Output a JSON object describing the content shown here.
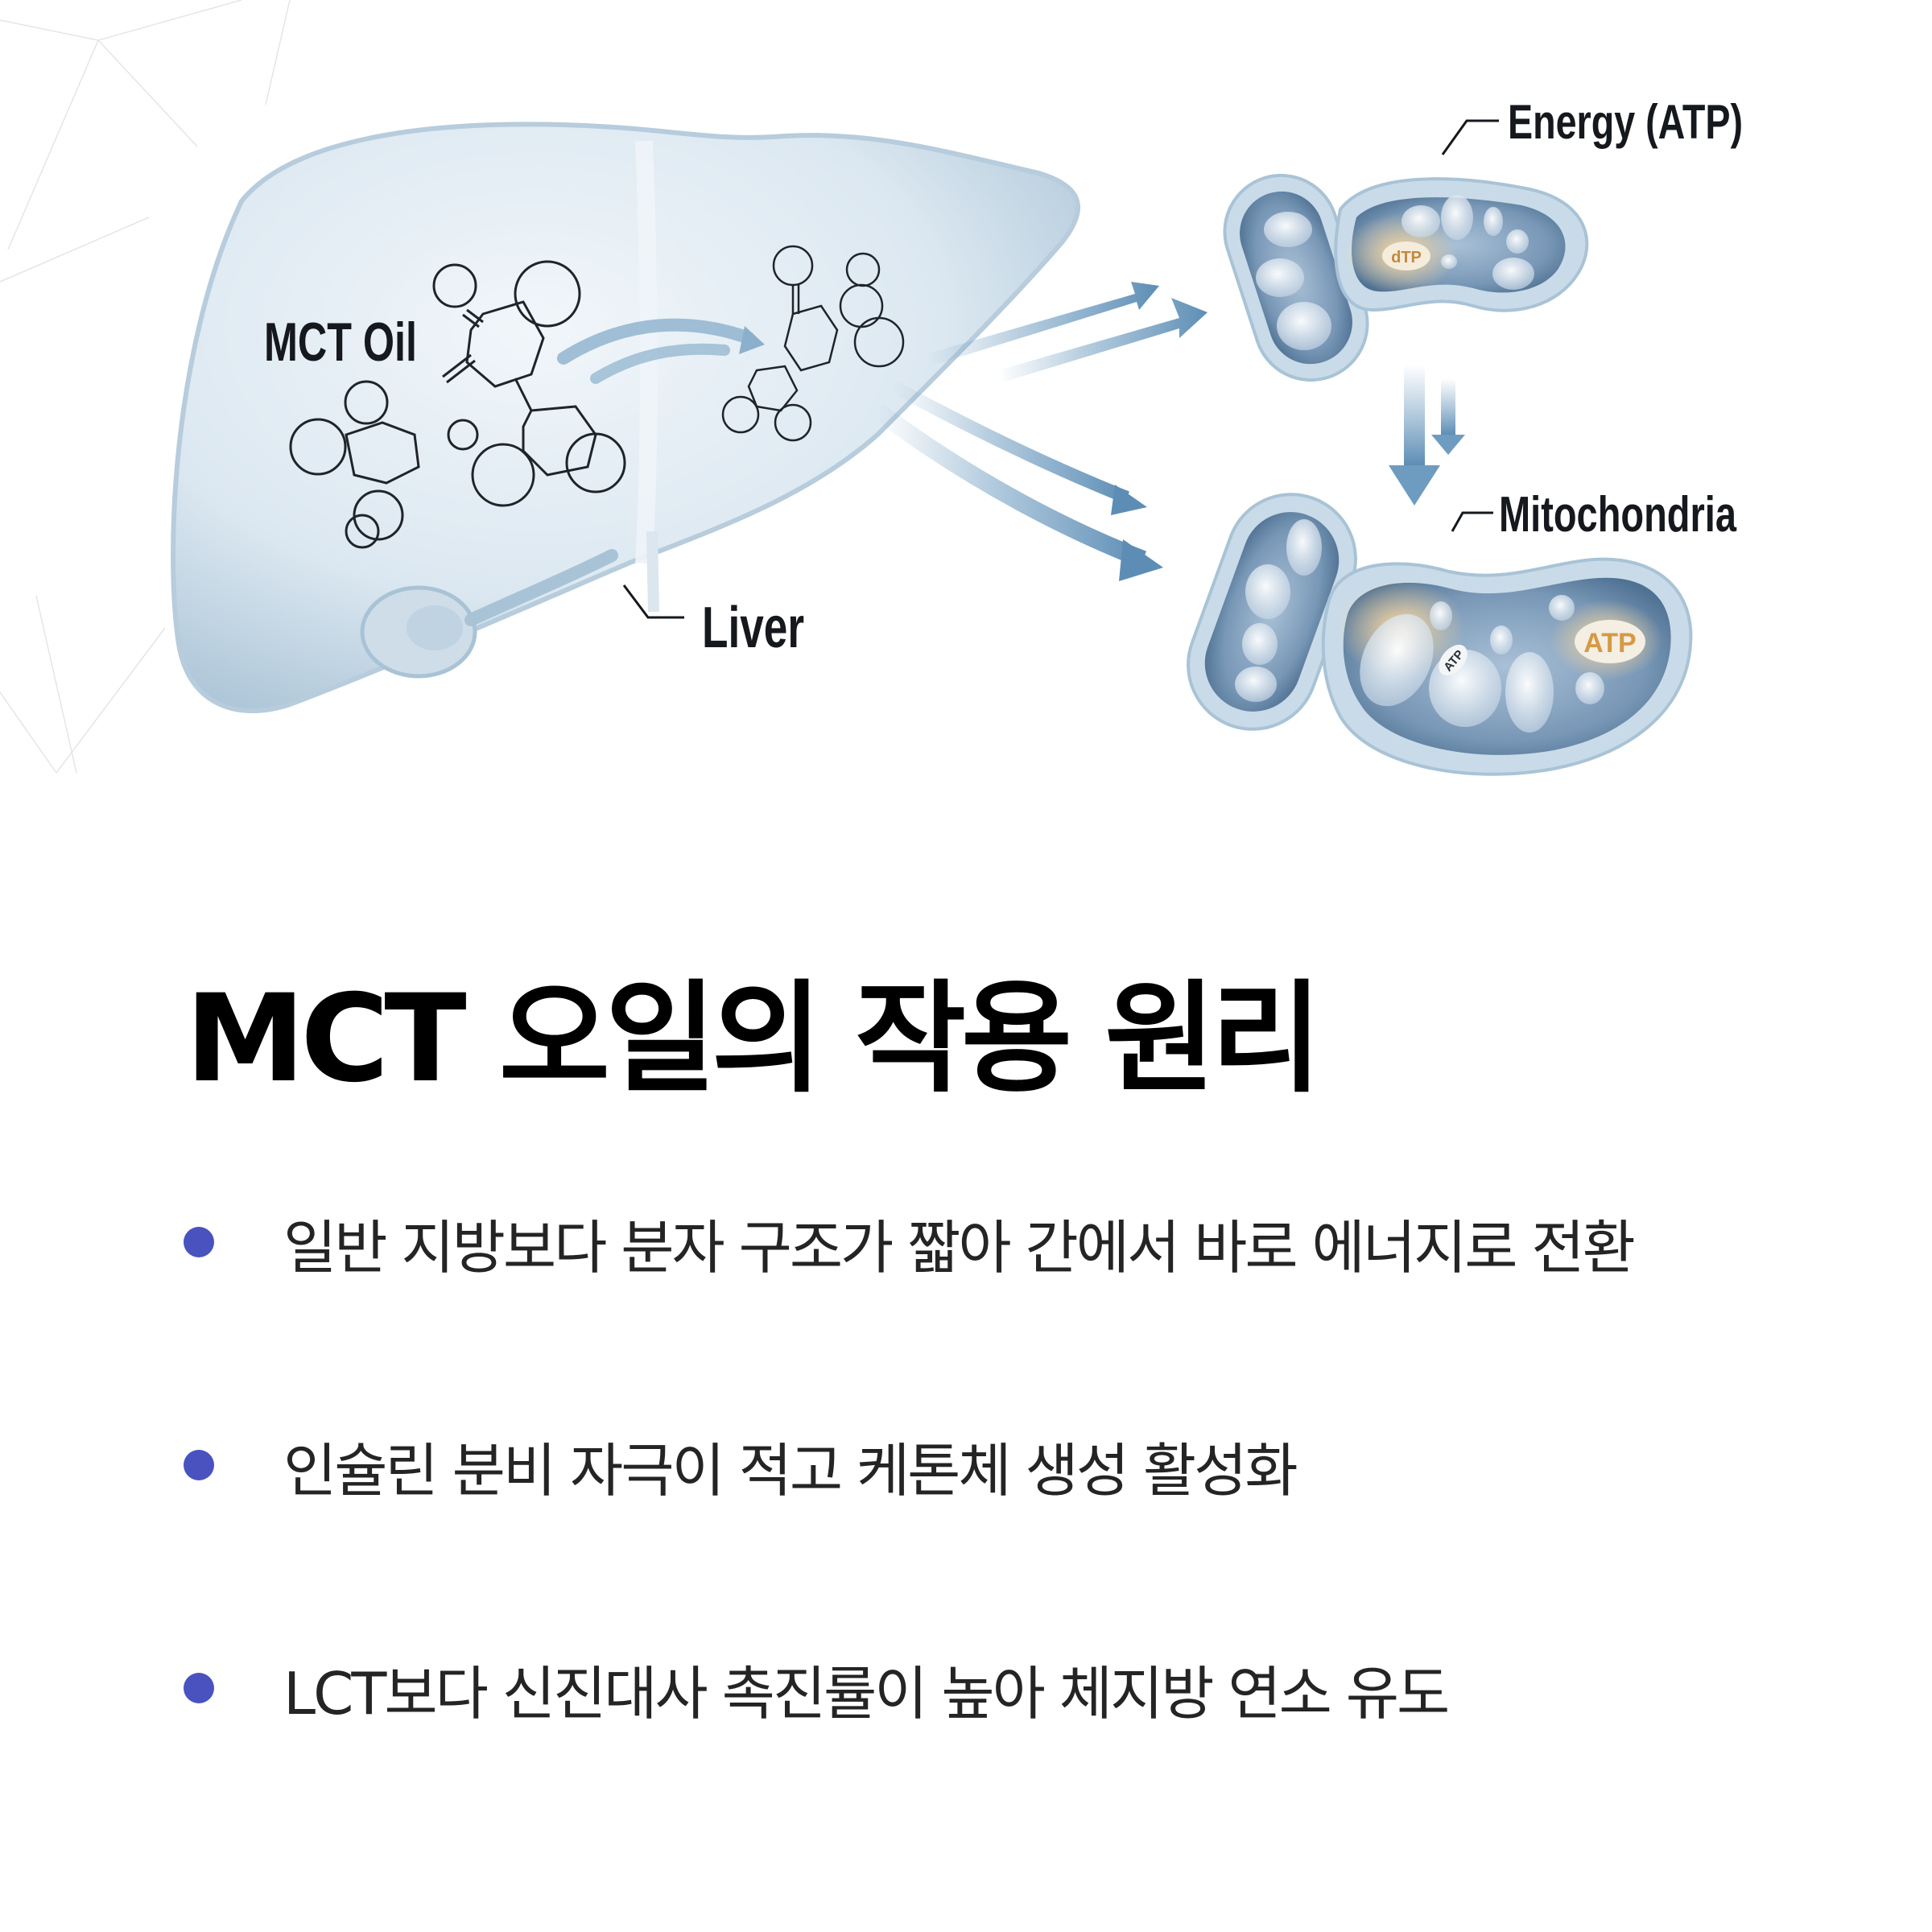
{
  "illustration": {
    "labels": {
      "mct_oil": "MCT Oil",
      "liver": "Liver",
      "energy": "Energy (ATP)",
      "mitochondria": "Mitochondria"
    },
    "atp_badges": {
      "top_mito": "dTP",
      "bottom_mito_large": "ATP",
      "bottom_mito_small": "ATP"
    },
    "colors": {
      "liver_fill": "#dbe7f0",
      "liver_edge": "#a9c3d6",
      "arrow": "#6e9cc0",
      "mito_outer": "#c9dbe8",
      "mito_inner": "#6d8fb0",
      "atp_glow": "#f3c27a"
    }
  },
  "content": {
    "title": "MCT 오일의 작용 원리",
    "bullet_color": "#4a52c0",
    "bullets": [
      {
        "text": "일반 지방보다 분자 구조가 짧아 간에서 바로 에너지로 전환"
      },
      {
        "text": "인슐린 분비 자극이 적고 케톤체 생성 활성화"
      },
      {
        "text": "LCT보다 신진대사 촉진률이 높아 체지방 연소 유도"
      }
    ]
  }
}
